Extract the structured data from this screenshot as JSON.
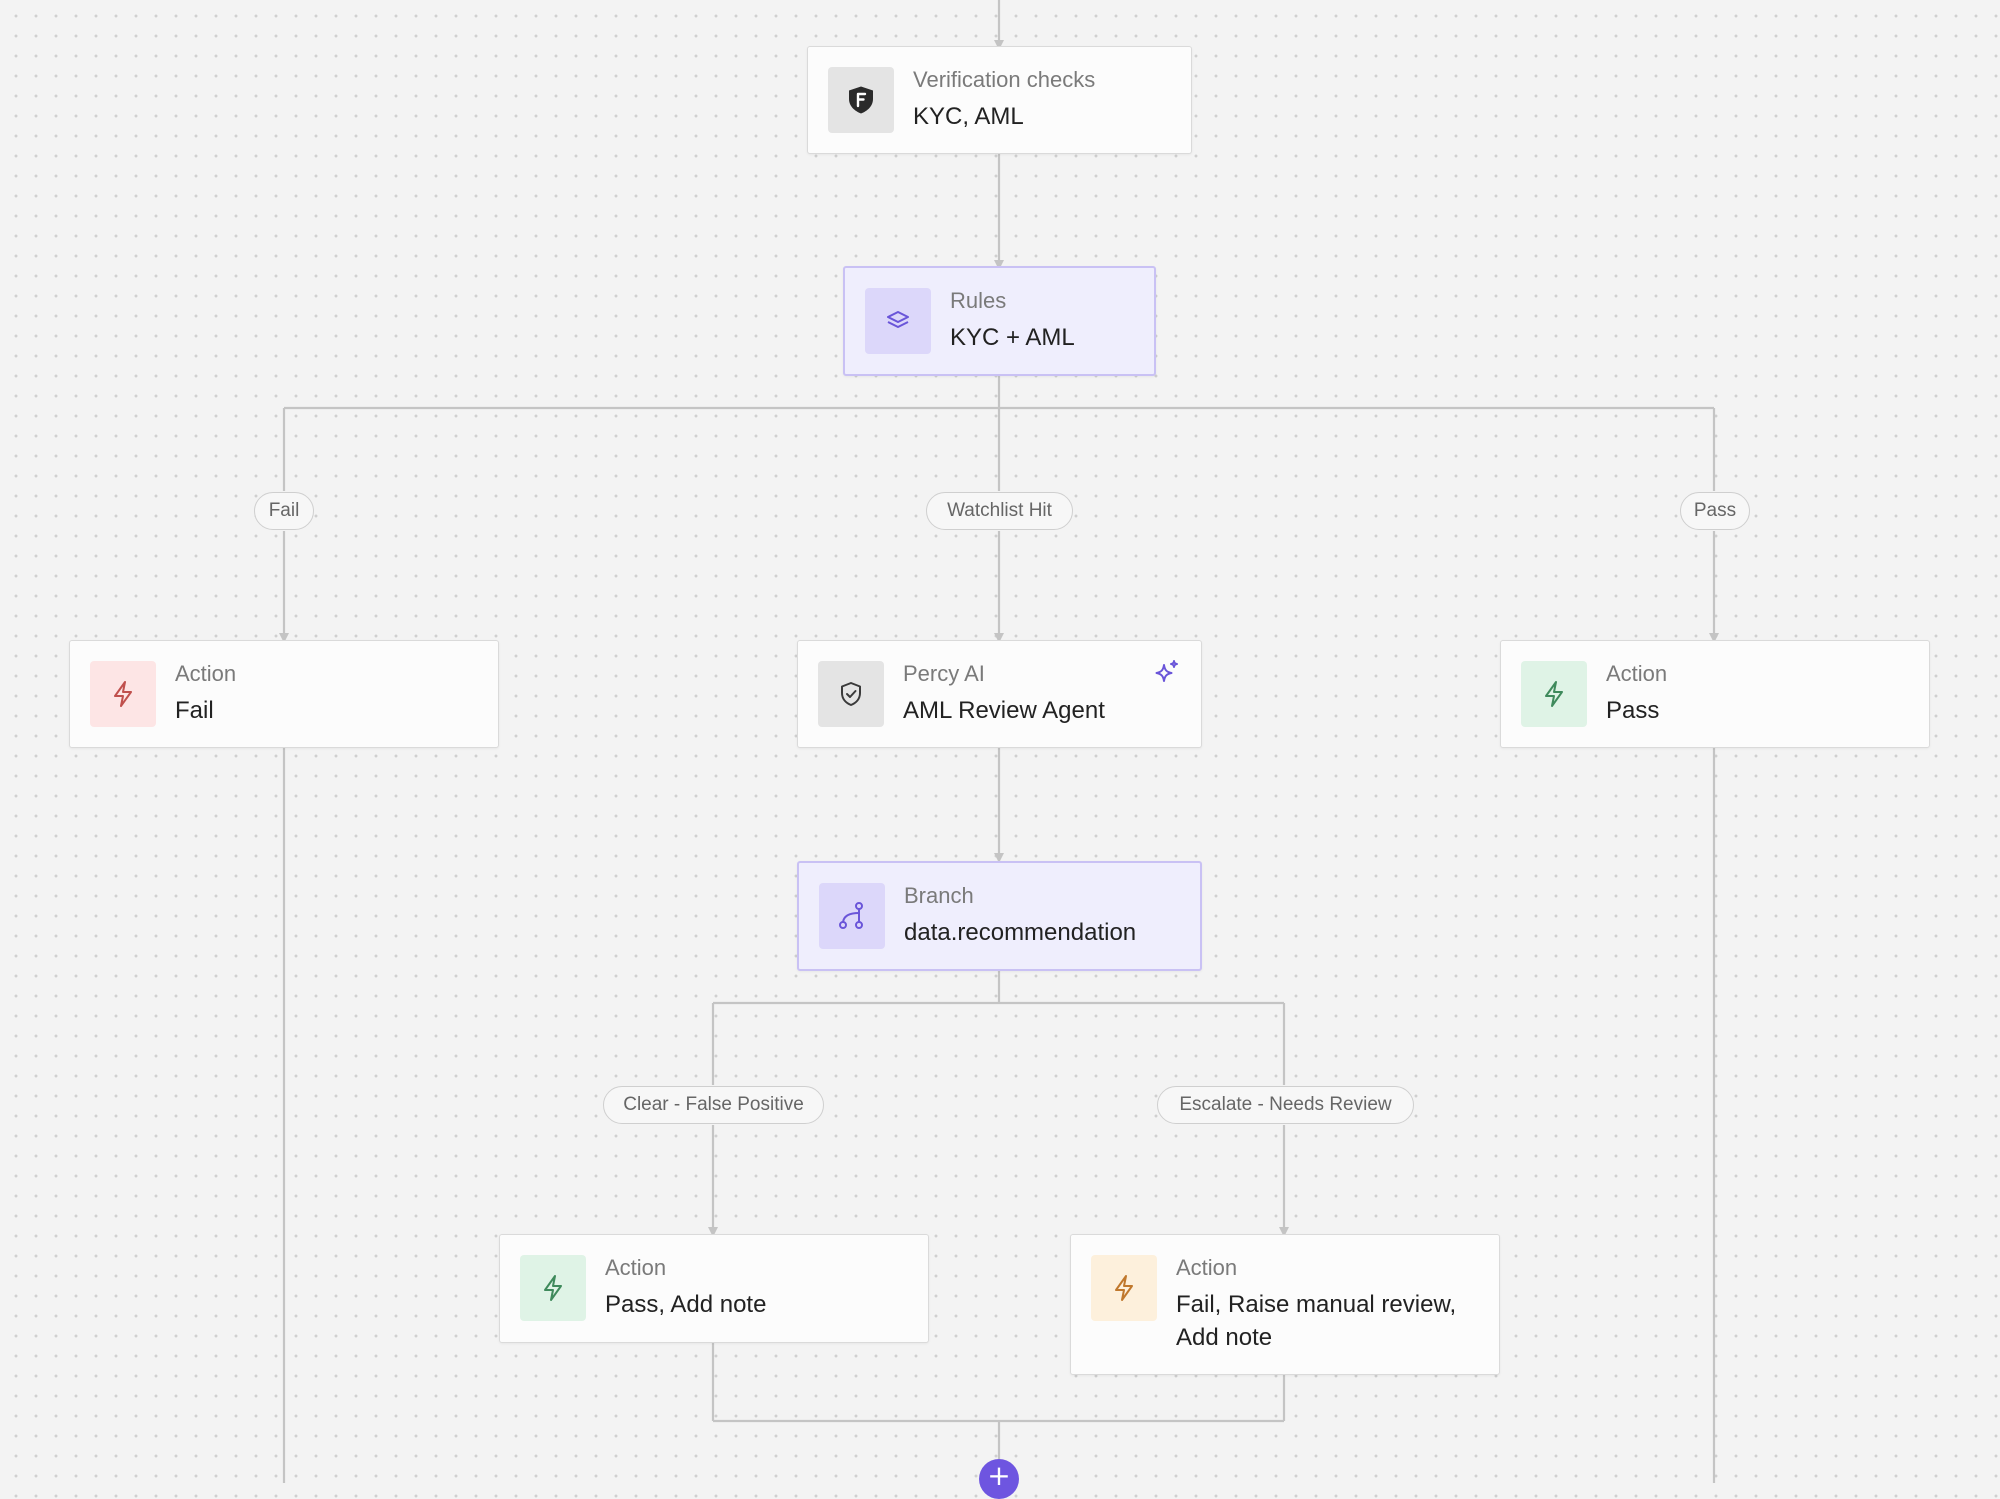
{
  "nodes": {
    "verification": {
      "subtitle": "Verification checks",
      "title": "KYC, AML",
      "icon": "shield-f-icon"
    },
    "rules": {
      "subtitle": "Rules",
      "title": "KYC + AML",
      "icon": "layers-icon"
    },
    "action_fail": {
      "subtitle": "Action",
      "title": "Fail",
      "icon": "lightning-icon"
    },
    "percy": {
      "subtitle": "Percy AI",
      "title": "AML Review Agent",
      "icon": "shield-check-icon",
      "badge_icon": "sparkle-icon"
    },
    "action_pass": {
      "subtitle": "Action",
      "title": "Pass",
      "icon": "lightning-icon"
    },
    "branch": {
      "subtitle": "Branch",
      "title": "data.recommendation",
      "icon": "branch-icon"
    },
    "action_pass_note": {
      "subtitle": "Action",
      "title": "Pass, Add note",
      "icon": "lightning-icon"
    },
    "action_fail_review": {
      "subtitle": "Action",
      "title": "Fail, Raise manual review, Add note",
      "icon": "lightning-icon"
    }
  },
  "edges": {
    "fail": "Fail",
    "watchlist": "Watchlist Hit",
    "pass": "Pass",
    "clear": "Clear - False Positive",
    "escalate": "Escalate - Needs Review"
  },
  "add_button": {
    "label": "+",
    "icon": "plus-icon"
  },
  "colors": {
    "background": "#f3f3f3",
    "wire": "#c4c4c4",
    "accent_purple": "#6e55e0",
    "fail_red": "#c0504d",
    "pass_green": "#3f8a5c",
    "review_amber": "#c0782d"
  }
}
